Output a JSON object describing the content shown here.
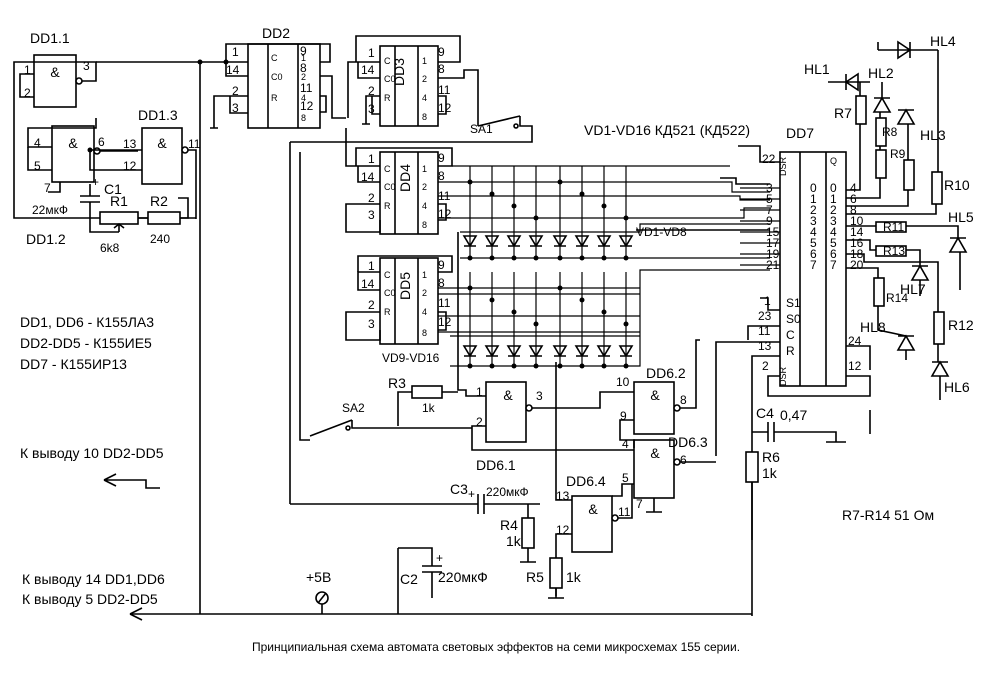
{
  "labels": {
    "dd1_1": "DD1.1",
    "dd1_2": "DD1.2",
    "dd1_3": "DD1.3",
    "dd2": "DD2",
    "dd3": "DD3",
    "dd4": "DD4",
    "dd5": "DD5",
    "dd7": "DD7",
    "dd6_1": "DD6.1",
    "dd6_2": "DD6.2",
    "dd6_3": "DD6.3",
    "dd6_4": "DD6.4",
    "and_sym": "&",
    "c1": "C1",
    "c1_val": "22мкФ",
    "r1": "R1",
    "r1_val": "6k8",
    "r2": "R2",
    "r2_val": "240",
    "r3": "R3",
    "r3_val": "1k",
    "r4": "R4",
    "r4_val": "1k",
    "r5": "R5",
    "r5_val": "1k",
    "r6": "R6",
    "r6_val": "1k",
    "c2": "C2",
    "c2_val": "220мкФ",
    "c3": "C3",
    "c3_val": "220мкФ",
    "c4": "C4",
    "c4_val": "0,47",
    "sa1": "SA1",
    "sa2": "SA2",
    "vd1_8": "VD1-VD8",
    "vd9_16": "VD9-VD16",
    "vd_all": "VD1-VD16 КД521 (КД522)",
    "r7": "R7",
    "r8": "R8",
    "r9": "R9",
    "r10": "R10",
    "r11": "R11",
    "r12": "R12",
    "r13": "R13",
    "r14": "R14",
    "hl1": "HL1",
    "hl2": "HL2",
    "hl3": "HL3",
    "hl4": "HL4",
    "hl5": "HL5",
    "hl6": "HL6",
    "hl7": "HL7",
    "hl8": "HL8",
    "r7_r14": "R7-R14 51 Ом",
    "plus5v": "+5В",
    "pin_10_dd": "К выводу 10 DD2-DD5",
    "pin_14": "К выводу 14 DD1,DD6",
    "pin_5": "К выводу 5 DD2-DD5"
  },
  "parts_list": [
    "DD1, DD6 - К155ЛА3",
    "DD2-DD5 - К155ИЕ5",
    "DD7 - К155ИР13"
  ],
  "counter_pins": {
    "left": [
      "1",
      "14",
      "2",
      "3"
    ],
    "right": [
      "9",
      "8",
      "11",
      "12"
    ],
    "inner_left": [
      "C",
      "C0",
      "R"
    ],
    "inner_right": [
      "1",
      "2",
      "4",
      "8"
    ]
  },
  "dd7_pins": {
    "top_left": "DSR",
    "top_right": "Q",
    "bottom_left": "DSR",
    "d_pins": [
      "3",
      "5",
      "7",
      "9",
      "15",
      "17",
      "19",
      "21"
    ],
    "q_pins": [
      "4",
      "6",
      "8",
      "10",
      "14",
      "16",
      "18",
      "20"
    ],
    "bits": [
      "0",
      "1",
      "2",
      "3",
      "4",
      "5",
      "6",
      "7"
    ],
    "ctrl_pins": [
      "1",
      "23",
      "11",
      "13"
    ],
    "ctrl_names": [
      "S1",
      "S0",
      "C",
      "R"
    ],
    "pin22": "22",
    "pin2": "2",
    "pin24": "24",
    "pin12": "12"
  },
  "gate_pins": {
    "dd1_1": [
      "1",
      "2",
      "3"
    ],
    "dd1_2": [
      "4",
      "5",
      "6",
      "7"
    ],
    "dd1_3": [
      "13",
      "12",
      "11"
    ],
    "dd6_1": [
      "1",
      "2",
      "3"
    ],
    "dd6_2": [
      "10",
      "9",
      "8"
    ],
    "dd6_3": [
      "4",
      "5",
      "6",
      "7"
    ],
    "dd6_4": [
      "13",
      "12",
      "11"
    ]
  },
  "caption": "Принципиальная схема автомата световых эффектов на семи микросхемах 155 серии."
}
